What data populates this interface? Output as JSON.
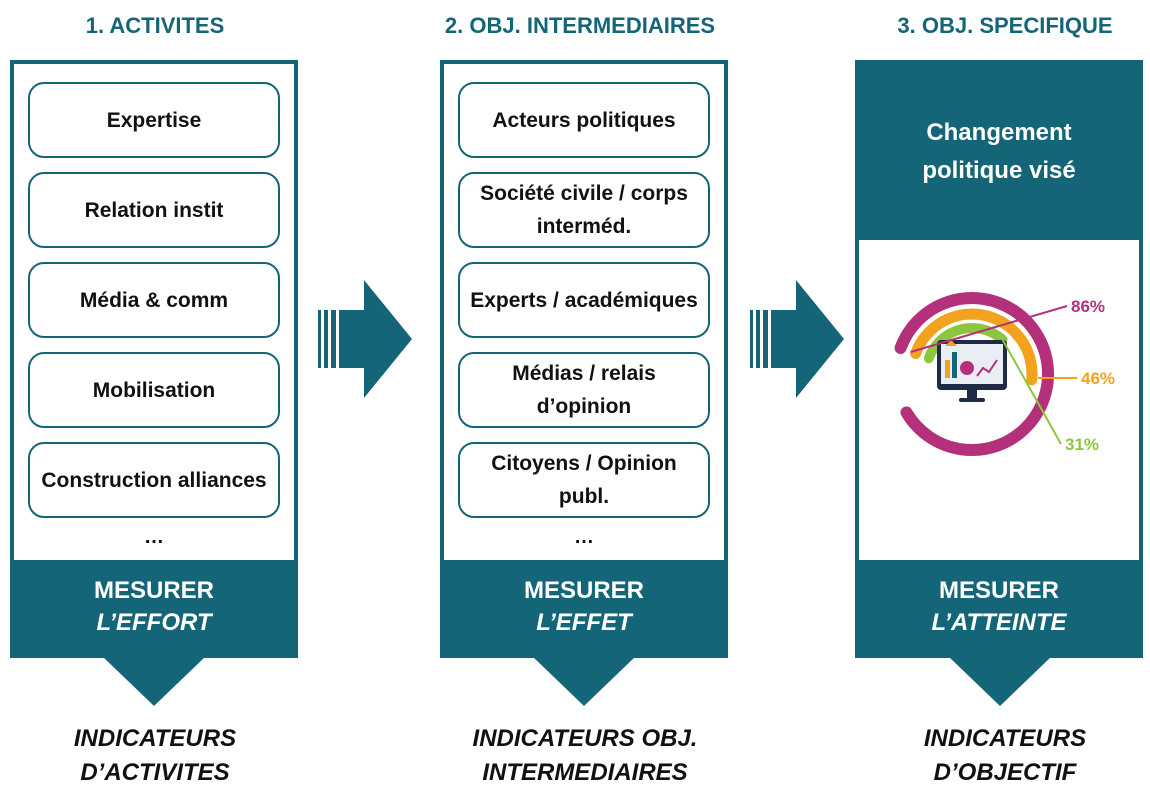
{
  "columns": [
    {
      "heading": "1. ACTIVITES",
      "items": [
        "Expertise",
        "Relation instit",
        "Média & comm",
        "Mobilisation",
        "Construction alliances"
      ],
      "ellipsis": "…",
      "measure_label": "MESURER",
      "measure_emphasis": "L’EFFORT",
      "indicator_line1": "INDICATEURS",
      "indicator_line2": "D’ACTIVITES"
    },
    {
      "heading": "2. OBJ. INTERMEDIAIRES",
      "items": [
        "Acteurs politiques",
        "Société civile / corps interméd.",
        "Experts / académiques",
        "Médias / relais d’opinion",
        "Citoyens / Opinion publ."
      ],
      "ellipsis": "…",
      "measure_label": "MESURER",
      "measure_emphasis": "L’EFFET",
      "indicator_line1": "INDICATEURS OBJ.",
      "indicator_line2": "INTERMEDIAIRES"
    },
    {
      "heading": "3. OBJ. SPECIFIQUE",
      "target": "Changement politique visé",
      "measure_label": "MESURER",
      "measure_emphasis": "L’ATTEINTE",
      "indicator_line1": "INDICATEURS",
      "indicator_line2": "D’OBJECTIF"
    }
  ],
  "illustration": {
    "rings": [
      {
        "value": 86,
        "label": "86%",
        "color": "#b5307a"
      },
      {
        "value": 46,
        "label": "46%",
        "color": "#f2a21c"
      },
      {
        "value": 31,
        "label": "31%",
        "color": "#8cc63f"
      }
    ],
    "icon": "monitor-dashboard-icon"
  },
  "colors": {
    "primary": "#156579",
    "accent": "#b5307a",
    "orange": "#f2a21c",
    "green": "#8cc63f"
  }
}
